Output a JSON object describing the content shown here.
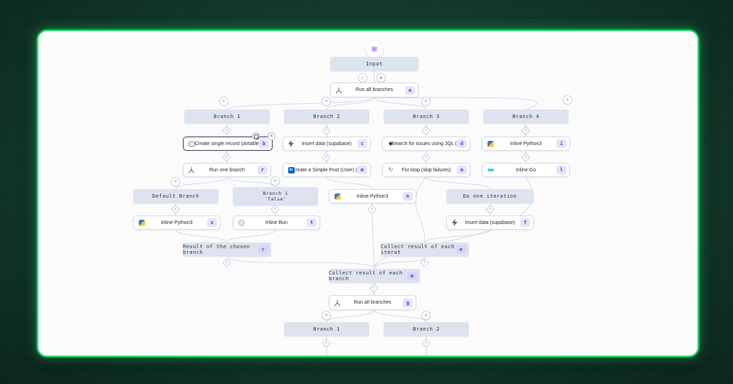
{
  "app": {
    "accent_green": "#2be47a",
    "background_green": "#11392a",
    "badge_purple": "#6d28d9",
    "trigger_icon": "windmill-logo-icon"
  },
  "nodes": {
    "input": {
      "label": "Input"
    },
    "run_all_top": {
      "label": "Run all branches",
      "badge": "a",
      "icon": "branch-split-icon"
    },
    "branch1": {
      "label": "Branch 1"
    },
    "branch2": {
      "label": "Branch 2"
    },
    "branch3": {
      "label": "Branch 3"
    },
    "branch4": {
      "label": "Branch 4"
    },
    "airtable": {
      "label": "Create single record (airtable)",
      "badge": "b",
      "icon": "airtable-icon",
      "selected": true
    },
    "supabase1": {
      "label": "Insert data (supabase)",
      "badge": "c",
      "icon": "supabase-zap-icon"
    },
    "jira": {
      "label": "Search for issues using JQL (...",
      "badge": "d",
      "icon": "jira-icon"
    },
    "python_branch4": {
      "label": "Inline Python3",
      "badge": "i",
      "icon": "python-icon"
    },
    "run_one": {
      "label": "Run one branch",
      "badge": "r",
      "icon": "branch-split-icon"
    },
    "linkedin": {
      "label": "Create a Simple Post (User) (...",
      "badge": "m",
      "icon": "linkedin-icon"
    },
    "for_loop": {
      "label": "For loop (skip failures)",
      "badge": "e",
      "icon": "loop-icon"
    },
    "go": {
      "label": "Inline Go",
      "badge": "l",
      "icon": "go-icon"
    },
    "default_branch": {
      "label": "Default Branch"
    },
    "branch1_false": {
      "label": "Branch 1",
      "sublabel": "'false'"
    },
    "python_mid": {
      "label": "Inline Python3",
      "badge": "n",
      "icon": "python-icon"
    },
    "do_one_iteration": {
      "label": "Do one iteration"
    },
    "python_left": {
      "label": "Inline Python3",
      "badge": "s",
      "icon": "python-icon"
    },
    "bun": {
      "label": "Inline Bun",
      "badge": "t",
      "icon": "bun-icon"
    },
    "supabase2": {
      "label": "Insert data (supabase)",
      "badge": "f",
      "icon": "supabase-zap-icon"
    },
    "result_chosen": {
      "label": "Result of the chosen branch",
      "badge": "r"
    },
    "collect_iteration": {
      "label": "Collect result of each iterat",
      "badge": "e"
    },
    "collect_branch": {
      "label": "Collect result of each branch",
      "badge": "a"
    },
    "run_all_bottom": {
      "label": "Run all branches",
      "badge": "g",
      "icon": "branch-split-icon"
    },
    "bottom_branch1": {
      "label": "Branch 1"
    },
    "bottom_branch2": {
      "label": "Branch 2"
    }
  }
}
